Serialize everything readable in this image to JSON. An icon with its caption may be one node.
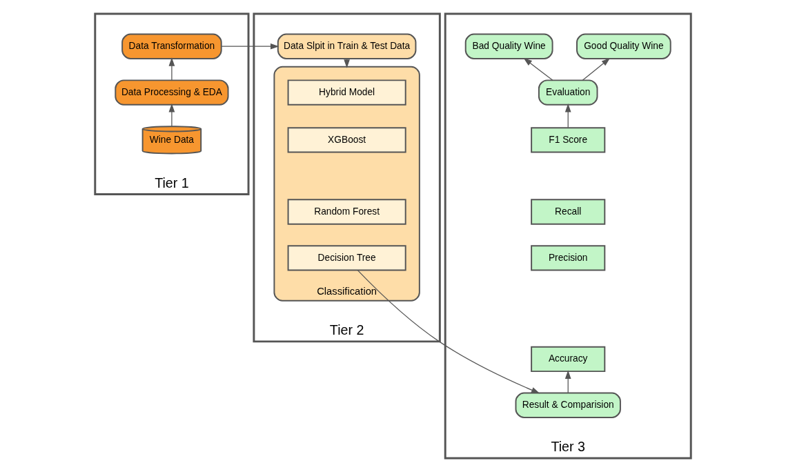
{
  "diagram": {
    "nodes": [
      {
        "text": [
          "Tier 1"
        ]
      },
      {
        "text": [
          "Data Transformation"
        ],
        "in": 0
      },
      {
        "text": [
          "Data Processing & EDA"
        ],
        "in": 0
      },
      {
        "text": [
          "Wine Data"
        ],
        "in": 0
      },
      {
        "text": [
          "Tier 2"
        ]
      },
      {
        "text": [
          "Data Slpit in Train & Test Data"
        ],
        "in": 4
      },
      {
        "text": [
          "Classification"
        ],
        "in": 4
      },
      {
        "text": [
          "Hybrid Model"
        ],
        "in": 6
      },
      {
        "text": [
          "XGBoost"
        ],
        "in": 6
      },
      {
        "text": [
          "Random Forest"
        ],
        "in": 6
      },
      {
        "text": [
          "Decision Tree"
        ],
        "in": 6
      },
      {
        "text": [
          "Tier 3"
        ]
      },
      {
        "text": [
          "Good Quality Wine"
        ],
        "in": 11
      },
      {
        "text": [
          "Bad Quality Wine"
        ],
        "in": 11
      },
      {
        "text": [
          "Evaluation"
        ],
        "in": 11
      },
      {
        "text": [
          "F1 Score"
        ],
        "in": 11
      },
      {
        "text": [
          "Recall"
        ],
        "in": 11
      },
      {
        "text": [
          "Precision"
        ],
        "in": 11
      },
      {
        "text": [
          "Accuracy"
        ],
        "in": 11
      },
      {
        "text": [
          "Result & Comparision"
        ],
        "in": 11
      }
    ],
    "edges": [
      {
        "from": 3,
        "to": 2,
        "arrow": "to"
      },
      {
        "from": 2,
        "to": 1,
        "arrow": "to"
      },
      {
        "from": 1,
        "to": 5,
        "arrow": "to"
      },
      {
        "from": 5,
        "to": 6,
        "arrow": "to"
      },
      {
        "from": 6,
        "to": 19,
        "arrow": "to"
      },
      {
        "from": 19,
        "to": 18,
        "arrow": "to"
      },
      {
        "from": 15,
        "to": 14,
        "arrow": "to"
      },
      {
        "from": 14,
        "to": 12,
        "arrow": "to"
      },
      {
        "from": 14,
        "to": 13,
        "arrow": "to"
      }
    ]
  }
}
